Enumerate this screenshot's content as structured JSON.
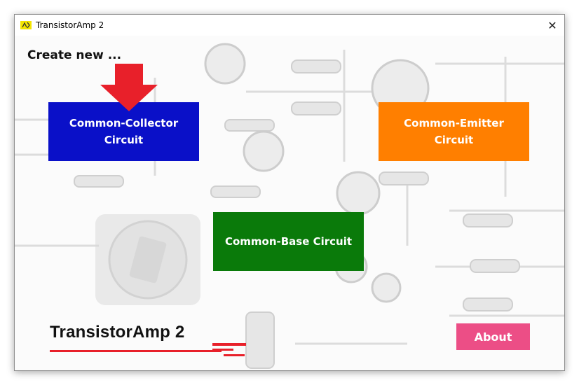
{
  "window": {
    "title": "TransistorAmp 2",
    "close_glyph": "✕"
  },
  "main": {
    "heading": "Create new ...",
    "buttons": {
      "common_collector": {
        "line1": "Common-Collector",
        "line2": "Circuit",
        "color": "#0a10c8"
      },
      "common_emitter": {
        "line1": "Common-Emitter",
        "line2": "Circuit",
        "color": "#ff7f00"
      },
      "common_base": {
        "label": "Common-Base Circuit",
        "color": "#0a7a0a"
      }
    },
    "about_label": "About",
    "about_color": "#ec4e86",
    "logo_text": "TransistorAmp 2",
    "accent_red": "#e8202a"
  },
  "icons": {
    "app": "transistoramp-app-icon",
    "close": "close-icon",
    "arrow": "red-down-arrow-icon"
  }
}
